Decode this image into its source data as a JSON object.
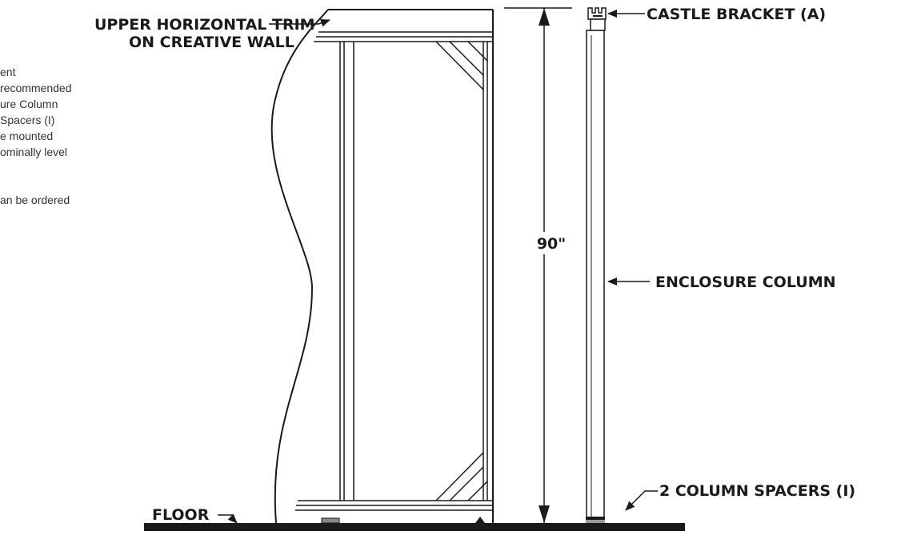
{
  "side_notes": [
    "ent",
    "recommended",
    "ure Column",
    "Spacers (I)",
    "e mounted",
    "ominally level",
    "",
    "",
    "an be ordered"
  ],
  "labels": {
    "trim_line1": "UPPER HORIZONTAL TRIM",
    "trim_line2": "ON CREATIVE WALL",
    "castle_bracket": "CASTLE BRACKET (A)",
    "enclosure_column": "ENCLOSURE COLUMN",
    "column_spacers": "2 COLUMN SPACERS (I)",
    "floor": "FLOOR",
    "height": "90\""
  },
  "colors": {
    "line": "#1a1a1a",
    "background": "#ffffff"
  }
}
